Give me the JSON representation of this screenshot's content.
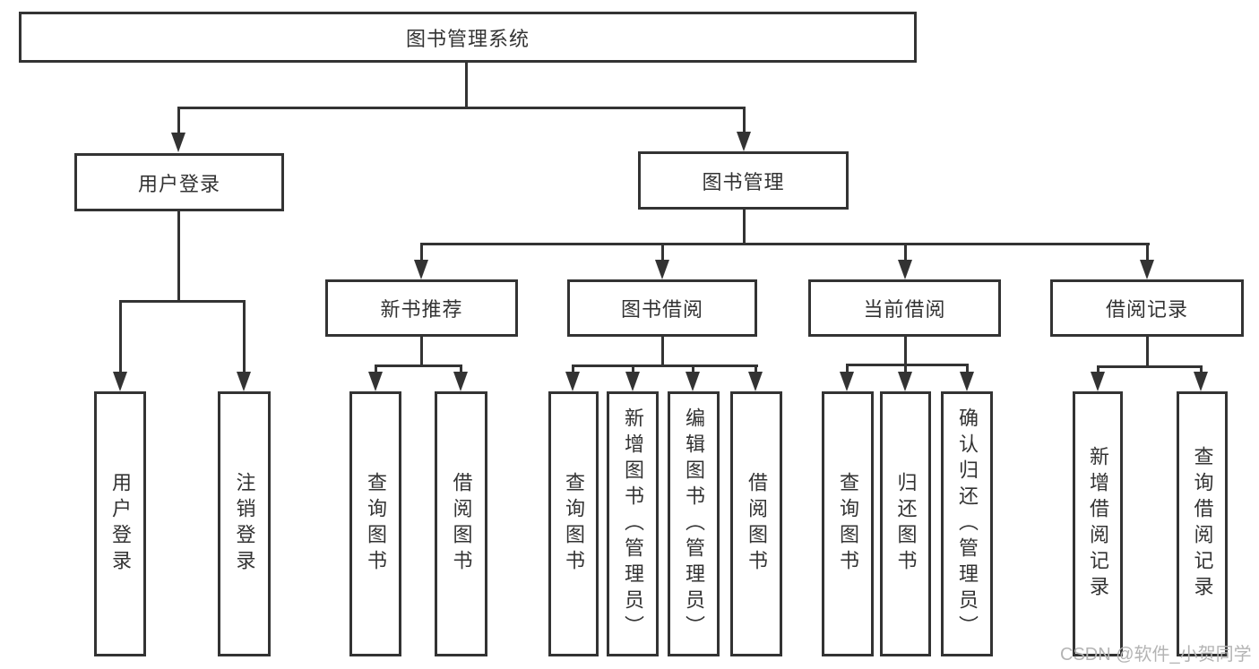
{
  "tree": {
    "root": {
      "label": "图书管理系统",
      "children": [
        {
          "label": "用户登录",
          "children": [
            {
              "label": "用户登录"
            },
            {
              "label": "注销登录"
            }
          ]
        },
        {
          "label": "图书管理",
          "children": [
            {
              "label": "新书推荐",
              "children": [
                {
                  "label": "查询图书"
                },
                {
                  "label": "借阅图书"
                }
              ]
            },
            {
              "label": "图书借阅",
              "children": [
                {
                  "label": "查询图书"
                },
                {
                  "label": "新增图书（管理员）"
                },
                {
                  "label": "编辑图书（管理员）"
                },
                {
                  "label": "借阅图书"
                }
              ]
            },
            {
              "label": "当前借阅",
              "children": [
                {
                  "label": "查询图书"
                },
                {
                  "label": "归还图书"
                },
                {
                  "label": "确认归还（管理员）"
                }
              ]
            },
            {
              "label": "借阅记录",
              "children": [
                {
                  "label": "新增借阅记录"
                },
                {
                  "label": "查询借阅记录"
                }
              ]
            }
          ]
        }
      ]
    }
  },
  "colors": {
    "line": "#333333",
    "watermark": "#b4b4b4",
    "background": "#ffffff"
  },
  "watermark": {
    "text": "CSDN @软件_小贺同学"
  }
}
